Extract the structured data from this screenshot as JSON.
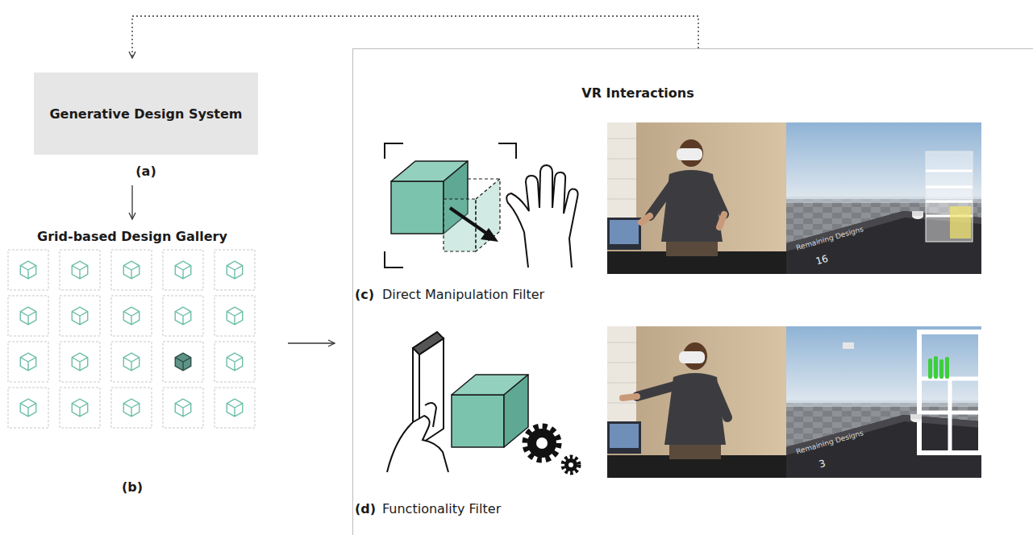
{
  "diagram": {
    "nodes": [
      {
        "text": [
          "Generative Design System",
          "(a)"
        ]
      },
      {
        "text": [
          "Grid-based Design Gallery",
          "(b)"
        ]
      },
      {
        "text": [
          "VR Interactions"
        ]
      }
    ],
    "edges": [
      {
        "from": 0,
        "to": 1,
        "arrow": "to"
      },
      {
        "from": 1,
        "to": 2,
        "arrow": "to"
      },
      {
        "from": 2,
        "to": 0,
        "arrow": "to"
      }
    ],
    "labels": [
      "(c)",
      "Direct Manipulation Filter",
      "Remaining Designs",
      "16",
      "(d)",
      "Functionality Filter",
      "Remaining Designs",
      "3"
    ]
  }
}
